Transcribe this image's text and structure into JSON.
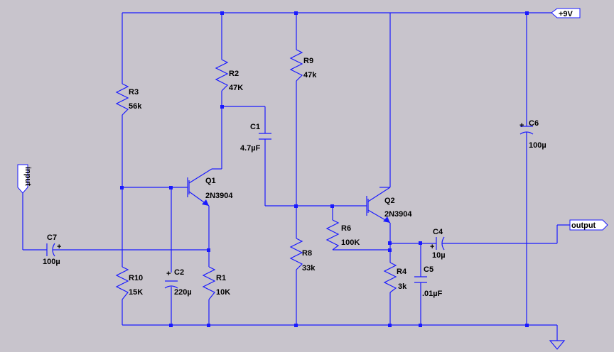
{
  "colors": {
    "background": "#c8c4cc",
    "wire": "#1a1aff",
    "text": "#000000"
  },
  "ports": {
    "vcc": "+9V",
    "input": "input",
    "output": "output"
  },
  "components": {
    "R3": {
      "name": "R3",
      "value": "56k"
    },
    "R2": {
      "name": "R2",
      "value": "47K"
    },
    "R9": {
      "name": "R9",
      "value": "47k"
    },
    "C1": {
      "name": "C1",
      "value": "4.7µF"
    },
    "Q1": {
      "name": "Q1",
      "value": "2N3904"
    },
    "Q2": {
      "name": "Q2",
      "value": "2N3904"
    },
    "C6": {
      "name": "C6",
      "value": "100µ"
    },
    "C7": {
      "name": "C7",
      "value": "100µ"
    },
    "R6": {
      "name": "R6",
      "value": "100K"
    },
    "C4": {
      "name": "C4",
      "value": "10µ"
    },
    "R8": {
      "name": "R8",
      "value": "33k"
    },
    "C2": {
      "name": "C2",
      "value": "220µ"
    },
    "R10": {
      "name": "R10",
      "value": "15K"
    },
    "R1": {
      "name": "R1",
      "value": "10K"
    },
    "R4": {
      "name": "R4",
      "value": "3k"
    },
    "C5": {
      "name": "C5",
      "value": ".01µF"
    }
  },
  "polarity_mark": "+",
  "icons": {
    "ground": "ground-icon",
    "transistor": "npn-transistor-icon"
  }
}
